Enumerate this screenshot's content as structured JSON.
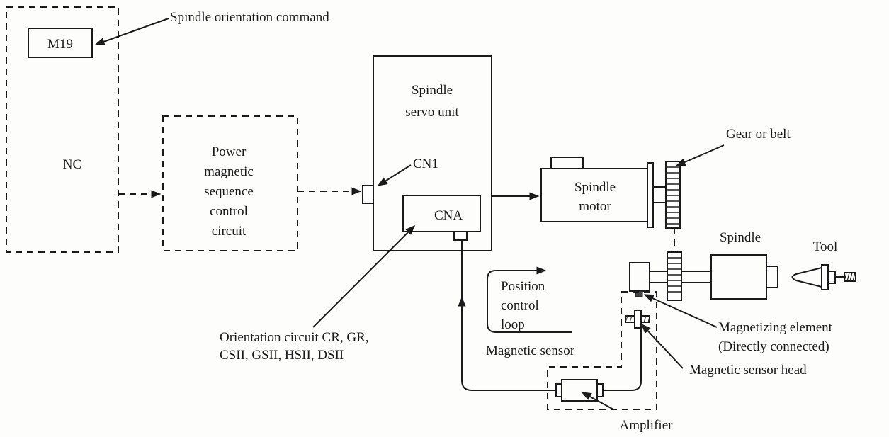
{
  "labels": {
    "m19": "M19",
    "orientation_command": "Spindle orientation command",
    "nc": "NC",
    "power_circuit": [
      "Power",
      "magnetic",
      "sequence",
      "control",
      "circuit"
    ],
    "servo_unit": [
      "Spindle",
      "servo unit"
    ],
    "cn1": "CN1",
    "cna": "CNA",
    "spindle_motor": [
      "Spindle",
      "motor"
    ],
    "gear_or_belt": "Gear or belt",
    "spindle": "Spindle",
    "tool": "Tool",
    "position_loop": [
      "Position",
      "control",
      "loop"
    ],
    "magnetic_sensor": "Magnetic sensor",
    "magnetizing_element": [
      "Magnetizing element",
      "(Directly connected)"
    ],
    "sensor_head": "Magnetic sensor head",
    "amplifier": "Amplifier",
    "orientation_circuit": [
      "Orientation circuit CR, GR,",
      "CSII, GSII, HSII, DSII"
    ]
  }
}
